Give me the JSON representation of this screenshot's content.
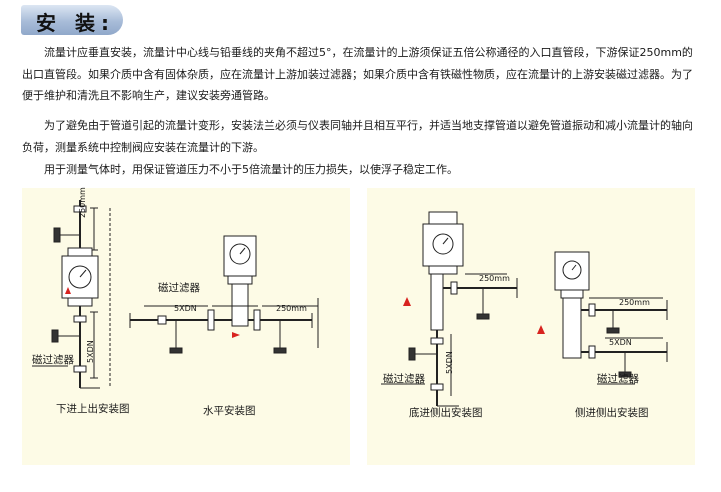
{
  "section": {
    "title": "安 装:"
  },
  "paragraphs": [
    "流量计应垂直安装，流量计中心线与铅垂线的夹角不超过5°，在流量计的上游须保证五倍公称通径的入口直管段，下游保证250mm的出口直管段。如果介质中含有固体杂质，应在流量计上游加装过滤器；如果介质中含有铁磁性物质，应在流量计的上游安装磁过滤器。为了便于维护和清洗且不影响生产，建议安装旁通管路。",
    "为了避免由于管道引起的流量计变形，安装法兰必须与仪表同轴并且相互平行，并适当地支撑管道以避免管道振动和减小流量计的轴向负荷，测量系统中控制阀应安装在流量计的下游。",
    "用于测量气体时，用保证管道压力不小于5倍流量计的压力损失，以使浮子稳定工作。"
  ],
  "diagrams": {
    "dim_250": "250mm",
    "dim_5xdn": "5XDN",
    "filter_label": "磁过滤器",
    "captions": {
      "bottom_in_top_out": "下进上出安装图",
      "horizontal": "水平安装图",
      "bottom_in_side_out": "底进侧出安装图",
      "side_in_side_out": "侧进侧出安装图"
    }
  },
  "colors": {
    "flow_arrow": "#d8231f",
    "panel_bg": "#fdfbe6",
    "title_pill": "#a8bcd8"
  }
}
